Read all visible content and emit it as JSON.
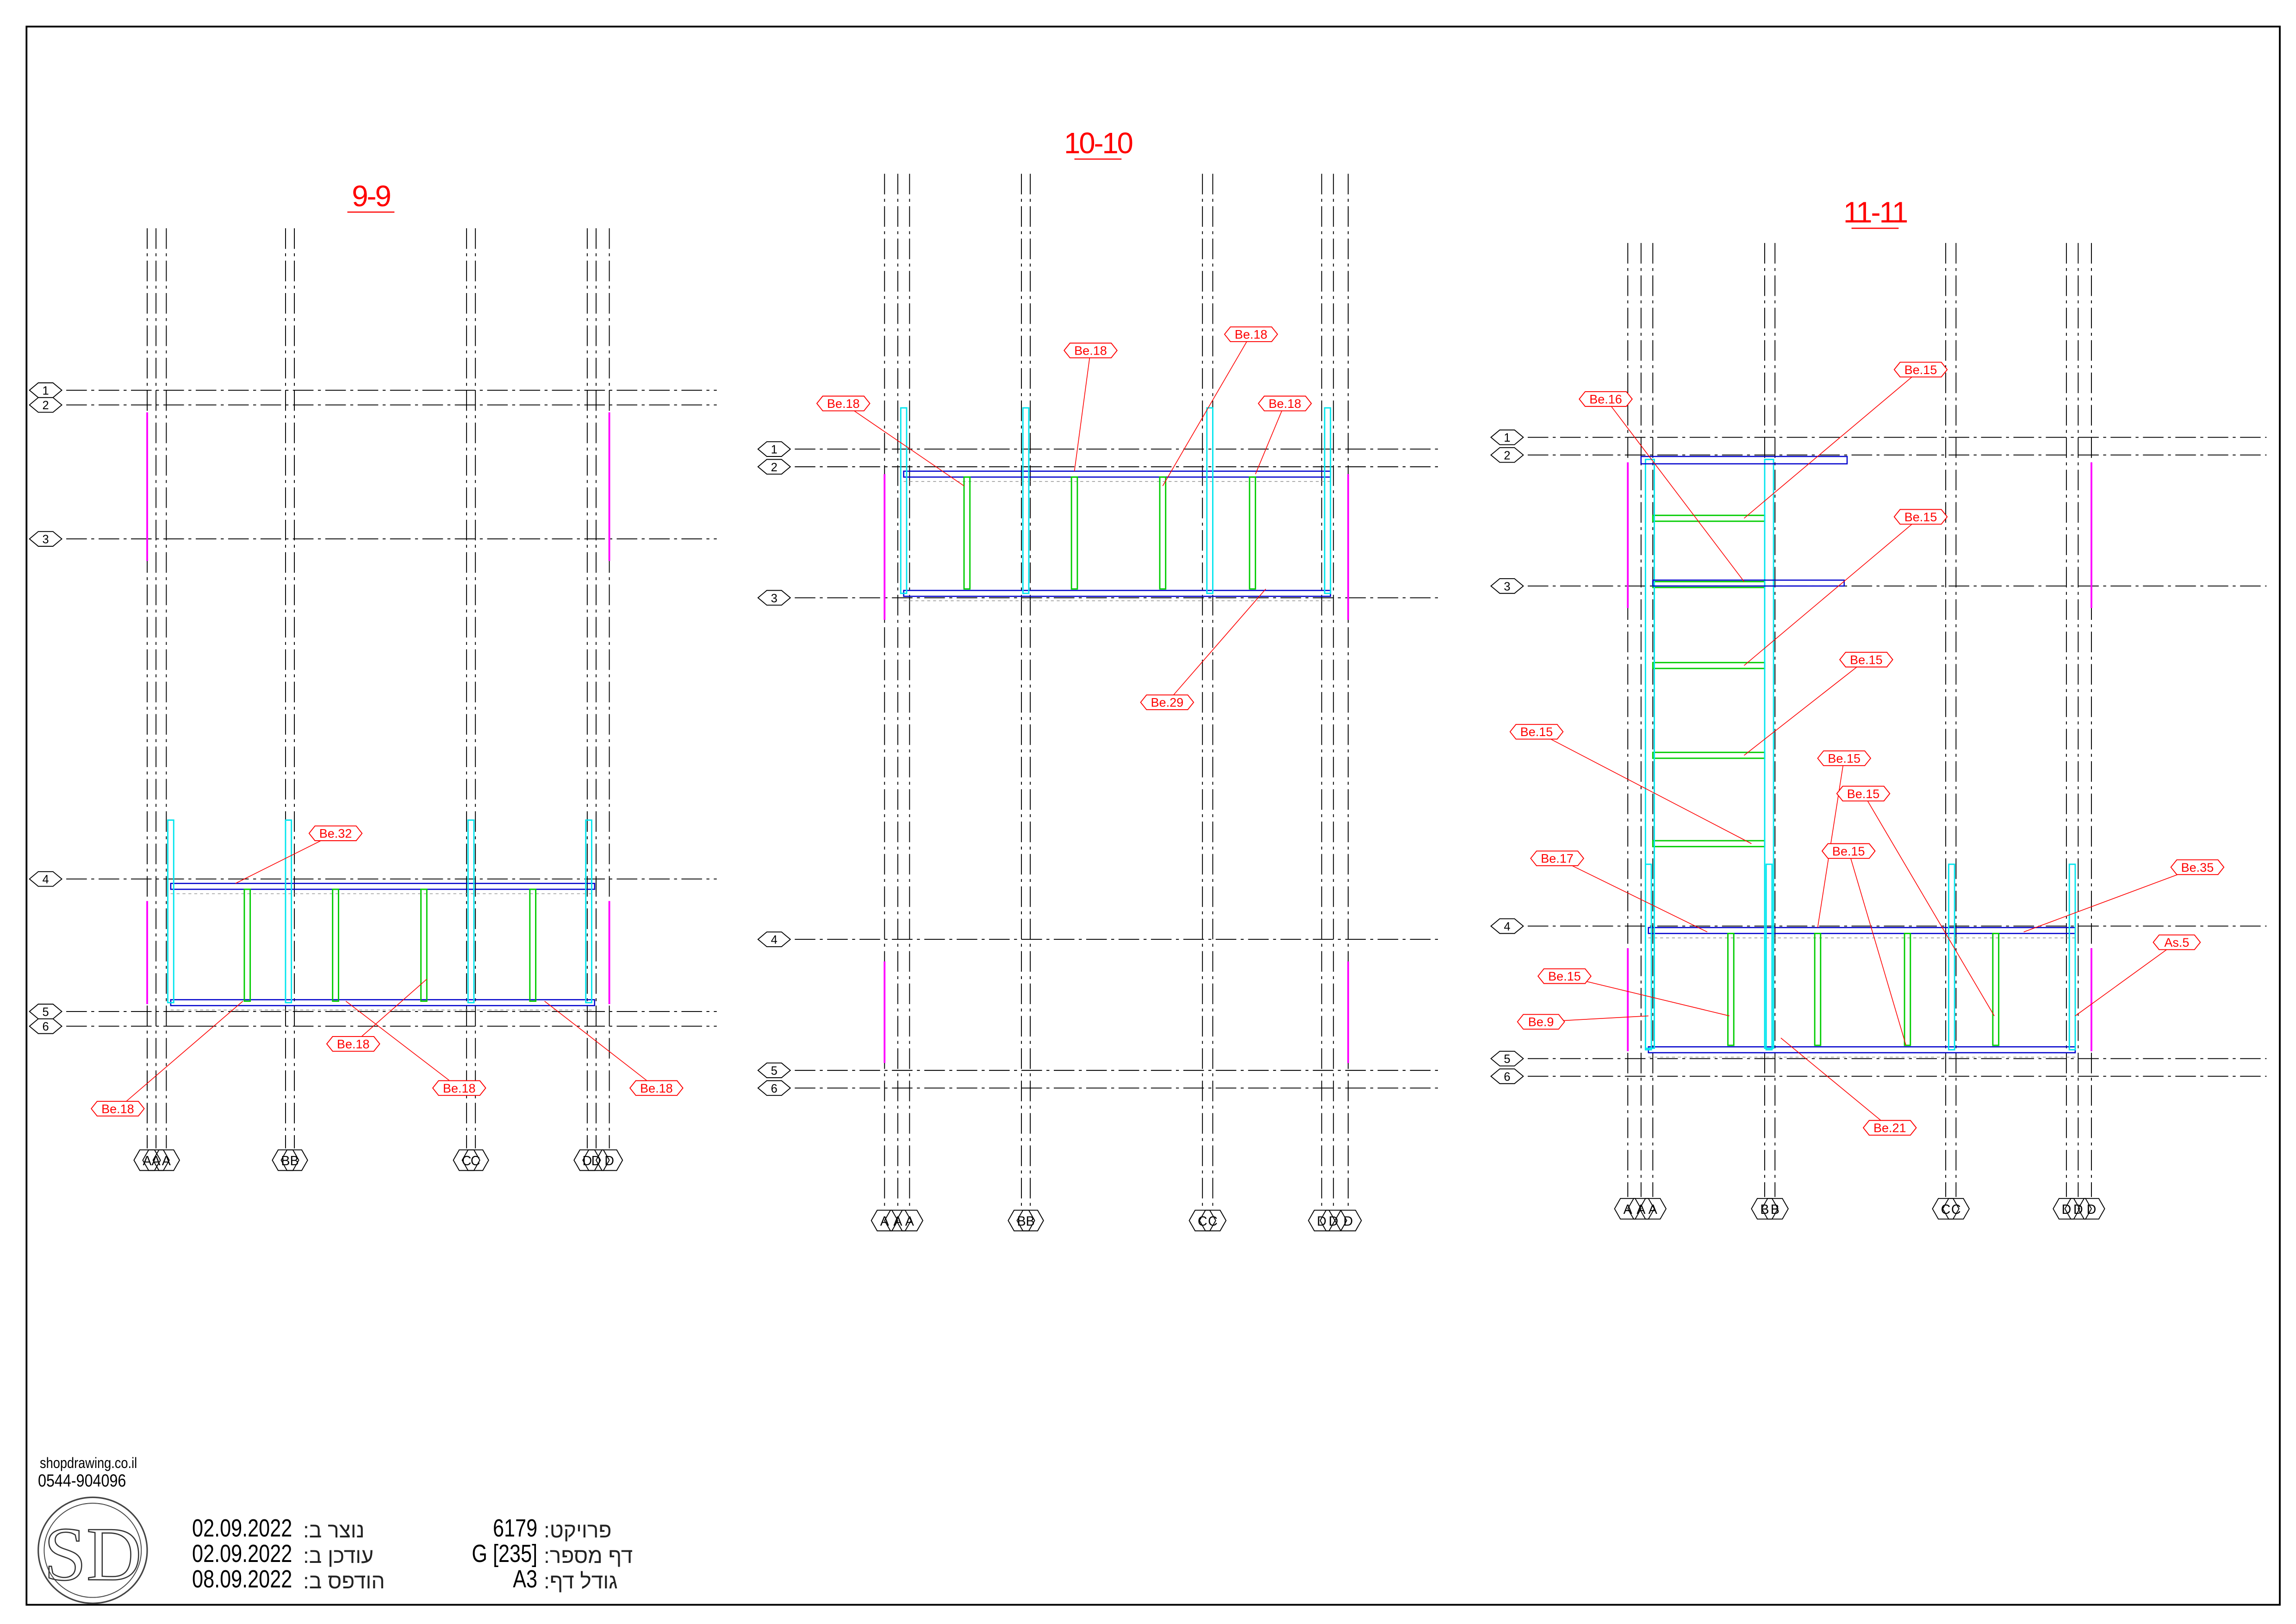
{
  "views": [
    {
      "title": "9-9",
      "rows": [
        "1",
        "2",
        "3",
        "4",
        "5",
        "6"
      ],
      "cols": [
        "A",
        "A",
        "A",
        "B",
        "B",
        "C",
        "C",
        "D",
        "D",
        "D"
      ],
      "tags": [
        "Be.32",
        "Be.18",
        "Be.18",
        "Be.18",
        "Be.18"
      ]
    },
    {
      "title": "10-10",
      "rows": [
        "1",
        "2",
        "3",
        "4",
        "5",
        "6"
      ],
      "cols": [
        "A",
        "A",
        "A",
        "B",
        "B",
        "C",
        "C",
        "D",
        "D",
        "D"
      ],
      "tags": [
        "Be.18",
        "Be.18",
        "Be.18",
        "Be.18",
        "Be.29"
      ]
    },
    {
      "title": "11-11",
      "rows": [
        "1",
        "2",
        "3",
        "4",
        "5",
        "6"
      ],
      "cols": [
        "A",
        "A",
        "A",
        "B",
        "B",
        "C",
        "C",
        "D",
        "D",
        "D"
      ],
      "tags": [
        "Be.16",
        "Be.15",
        "Be.15",
        "Be.15",
        "Be.15",
        "Be.15",
        "Be.15",
        "Be.15",
        "Be.17",
        "Be.15",
        "Be.9",
        "Be.35",
        "As.5",
        "Be.21"
      ]
    }
  ],
  "colors": {
    "tag": "#ff0000",
    "beam": "#0000cc",
    "post": "#00cc00",
    "cyan": "#00e5ee",
    "magenta": "#ff00ff"
  },
  "titleblock": {
    "website": "shopdrawing.co.il",
    "phone": "0544-904096",
    "logo_text": "SD",
    "created_label": "נוצר ב:",
    "created": "02.09.2022",
    "updated_label": "עודכן ב:",
    "updated": "02.09.2022",
    "printed_label": "הודפס ב:",
    "printed": "08.09.2022",
    "project_label": "פרויקט:",
    "project": "6179",
    "page_label": "דף מספר:",
    "page": "G  [235]",
    "size_label": "גודל דף:",
    "size": "A3"
  }
}
